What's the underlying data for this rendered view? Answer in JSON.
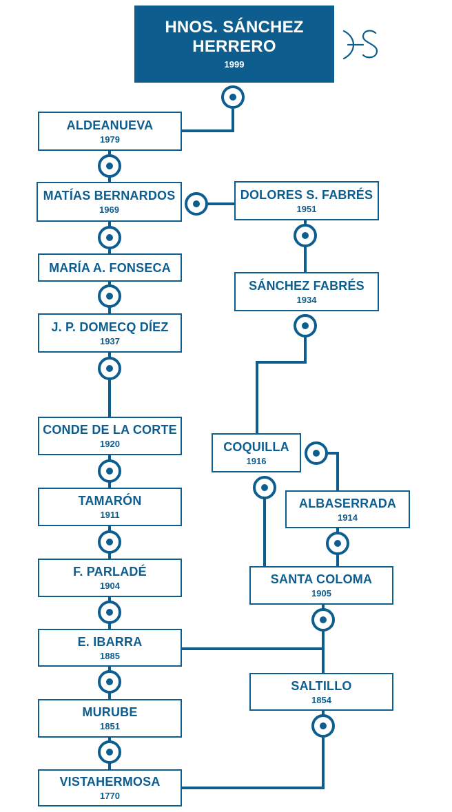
{
  "colors": {
    "primary": "#0e5d8f",
    "background": "#ffffff"
  },
  "main": {
    "name_line1": "HNOS. SÁNCHEZ",
    "name_line2": "HERRERO",
    "year": "1999"
  },
  "logo": {
    "icon": "hs-monogram-icon"
  },
  "nodes": {
    "aldeanueva": {
      "name": "ALDEANUEVA",
      "year": "1979"
    },
    "matias": {
      "name": "MATÍAS BERNARDOS",
      "year": "1969"
    },
    "dolores": {
      "name": "DOLORES S. FABRÉS",
      "year": "1951"
    },
    "fonseca": {
      "name": "MARÍA A. FONSECA",
      "year": ""
    },
    "sanchez": {
      "name": "SÁNCHEZ FABRÉS",
      "year": "1934"
    },
    "domecq": {
      "name": "J. P. DOMECQ DÍEZ",
      "year": "1937"
    },
    "conde": {
      "name": "CONDE DE LA CORTE",
      "year": "1920"
    },
    "coquilla": {
      "name": "COQUILLA",
      "year": "1916"
    },
    "albaserrada": {
      "name": "ALBASERRADA",
      "year": "1914"
    },
    "tamaron": {
      "name": "TAMARÓN",
      "year": "1911"
    },
    "parlade": {
      "name": "F. PARLADÉ",
      "year": "1904"
    },
    "santacoloma": {
      "name": "SANTA COLOMA",
      "year": "1905"
    },
    "ibarra": {
      "name": "E. IBARRA",
      "year": "1885"
    },
    "saltillo": {
      "name": "SALTILLO",
      "year": "1854"
    },
    "murube": {
      "name": "MURUBE",
      "year": "1851"
    },
    "vistahermosa": {
      "name": "VISTAHERMOSA",
      "year": "1770"
    }
  }
}
